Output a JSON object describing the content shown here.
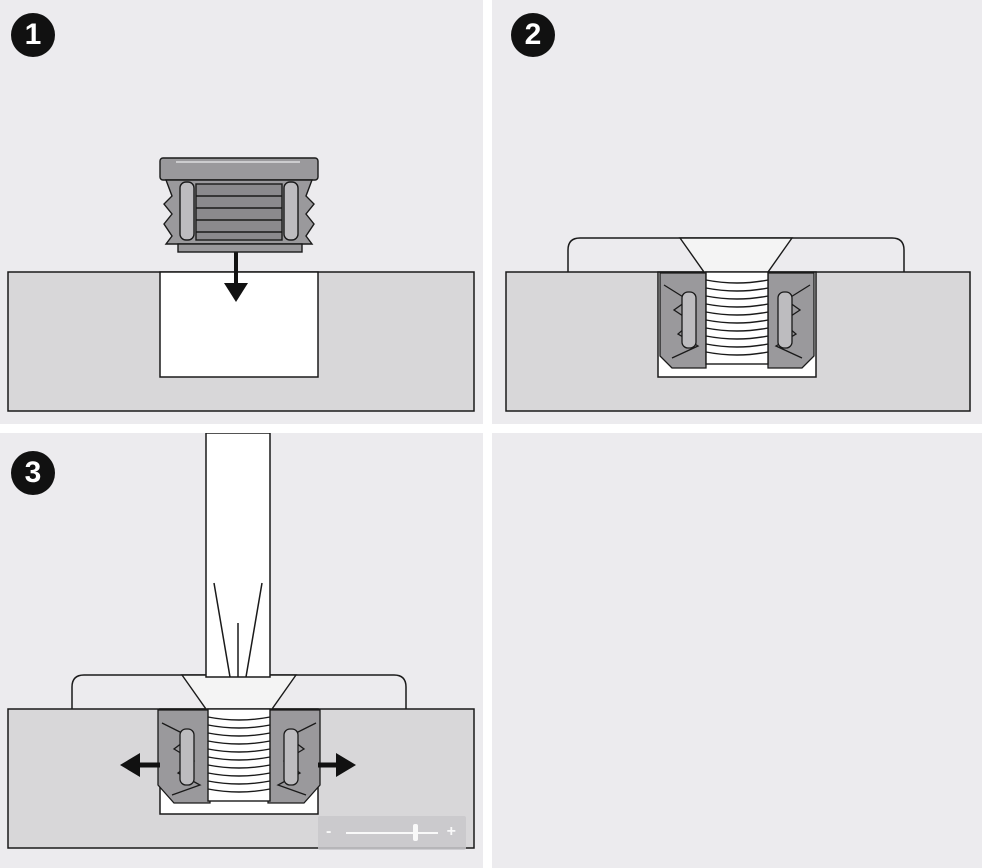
{
  "steps": [
    {
      "number": "1"
    },
    {
      "number": "2"
    },
    {
      "number": "3"
    }
  ],
  "zoom": {
    "minus_label": "-",
    "plus_label": "+",
    "level": 0.75
  }
}
